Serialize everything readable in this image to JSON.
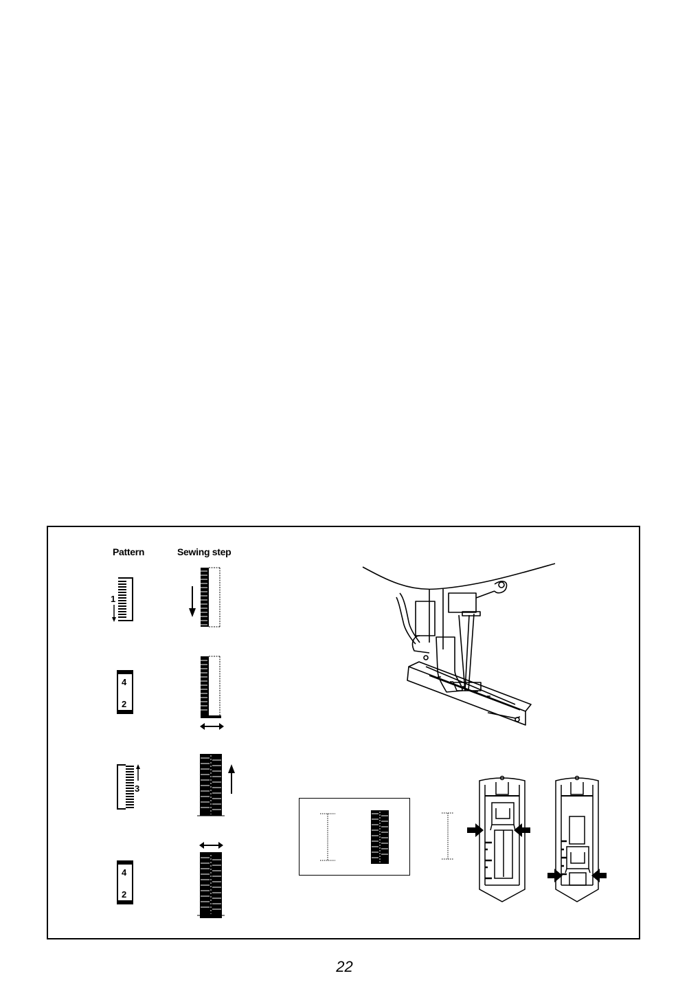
{
  "page": {
    "page_number": "22"
  },
  "table": {
    "headers": {
      "pattern": "Pattern",
      "sewing_step": "Sewing step"
    },
    "rows": [
      {
        "step": "1",
        "pattern_icon": "buttonhole-left-side-down-icon",
        "sewing_icon": "left-side-stitch-down-arrow-icon"
      },
      {
        "step": "4 / 2",
        "top_label": "4",
        "bottom_label": "2",
        "pattern_icon": "bartack-icon",
        "sewing_icon": "bartack-stitch-icon"
      },
      {
        "step": "3",
        "pattern_icon": "buttonhole-right-side-up-icon",
        "sewing_icon": "right-side-stitch-up-arrow-icon"
      },
      {
        "step": "4 / 2",
        "top_label": "4",
        "bottom_label": "2",
        "pattern_icon": "bartack-icon",
        "sewing_icon": "finished-bartack-icon"
      }
    ]
  },
  "illustrations": {
    "main": "buttonhole-foot-attached-illustration",
    "comparison": "buttonhole-length-comparison-illustration",
    "foot_positions": [
      "foot-position-start-illustration",
      "foot-position-end-illustration"
    ]
  },
  "colors": {
    "ink": "#000000",
    "paper": "#ffffff"
  }
}
